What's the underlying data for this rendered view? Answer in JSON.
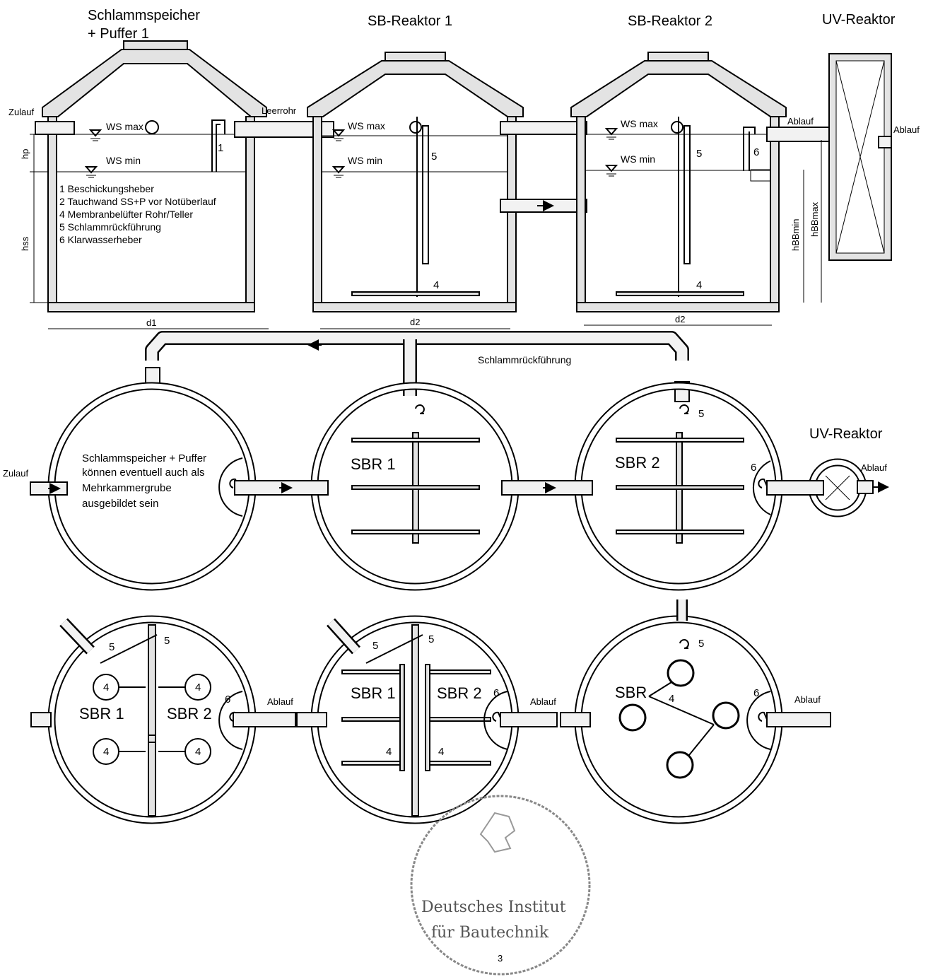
{
  "headings": {
    "schlammspeicher_line1": "Schlammspeicher",
    "schlammspeicher_line2": "+ Puffer 1",
    "sb_reaktor_1": "SB-Reaktor 1",
    "sb_reaktor_2": "SB-Reaktor 2",
    "uv_reaktor": "UV-Reaktor"
  },
  "section": {
    "zulauf": "Zulauf",
    "leerrohr": "Leerrohr",
    "ablauf": "Ablauf",
    "ws_max": "WS max",
    "ws_min": "WS min",
    "hp": "hp",
    "hss": "hss",
    "hbbmin": "hBBmin",
    "hbbmax": "hBBmax",
    "d1": "d1",
    "d2": "d2",
    "n1": "1",
    "n4": "4",
    "n5": "5",
    "n6": "6"
  },
  "legend": {
    "items": [
      "1 Beschickungsheber",
      "2 Tauchwand SS+P vor Notüberlauf",
      "4 Membranbelüfter Rohr/Teller",
      "5 Schlammrückführung",
      "6 Klarwasserheber"
    ]
  },
  "plan": {
    "schlammrueckfuehrung": "Schlammrückführung",
    "uv_reaktor": "UV-Reaktor",
    "zulauf": "Zulauf",
    "ablauf": "Ablauf",
    "note": [
      "Schlammspeicher + Puffer",
      "können eventuell auch als",
      "Mehrkammergrube",
      "ausgebildet sein"
    ],
    "sbr1": "SBR 1",
    "sbr2": "SBR 2",
    "n5": "5",
    "n6": "6"
  },
  "variants": {
    "sbr1": "SBR 1",
    "sbr2": "SBR 2",
    "sbr": "SBR",
    "ablauf": "Ablauf",
    "n4": "4",
    "n5": "5",
    "n6": "6"
  },
  "stamp": {
    "line1": "Deutsches Institut",
    "line2": "für Bautechnik",
    "page": "3"
  }
}
